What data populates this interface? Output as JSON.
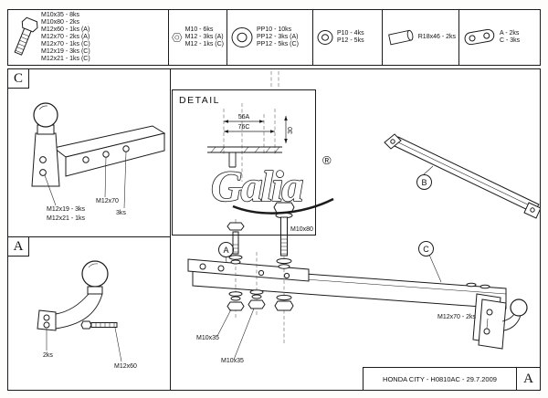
{
  "sheet": {
    "corner_c": "C",
    "corner_a": "A",
    "title_corner_a": "A",
    "title_block": "HONDA CITY - H0810AC - 29.7.2009"
  },
  "logo": {
    "text": "Galia",
    "registered": "®"
  },
  "parts_list": {
    "bolts": [
      "M10x35 - 8ks",
      "M10x80 - 2ks",
      "M12x60 - 1ks (A)",
      "M12x70 - 2ks (A)",
      "M12x70 - 1ks (C)",
      "M12x19 - 3ks (C)",
      "M12x21 - 1ks (C)"
    ],
    "nuts": [
      "M10 - 6ks",
      "M12 - 3ks (A)",
      "M12 - 1ks (C)"
    ],
    "washers_pp": [
      "PP10 - 10ks",
      "PP12 - 3ks (A)",
      "PP12 - 5ks (C)"
    ],
    "washers_p": [
      "P10 - 4ks",
      "P12 - 5ks"
    ],
    "sleeves": [
      "R18x46 - 2ks"
    ],
    "plates": [
      "A - 2ks",
      "C - 3ks"
    ]
  },
  "detail": {
    "title": "DETAIL",
    "dim_a": "56A",
    "dim_c": "76C",
    "dim_height": "30"
  },
  "view_c": {
    "bolt": "M12x70",
    "qty": "3ks",
    "line1": "M12x19 - 3ks",
    "line2": "M12x21 - 1ks"
  },
  "view_a": {
    "qty": "2ks",
    "bolt": "M12x60"
  },
  "assembly": {
    "callout_a": "A",
    "callout_b": "B",
    "callout_c": "C",
    "label_m10x80": "M10x80",
    "label_m10x35_1": "M10x35",
    "label_m10x35_2": "M10x35",
    "label_m12x70": "M12x70 - 2ks"
  }
}
